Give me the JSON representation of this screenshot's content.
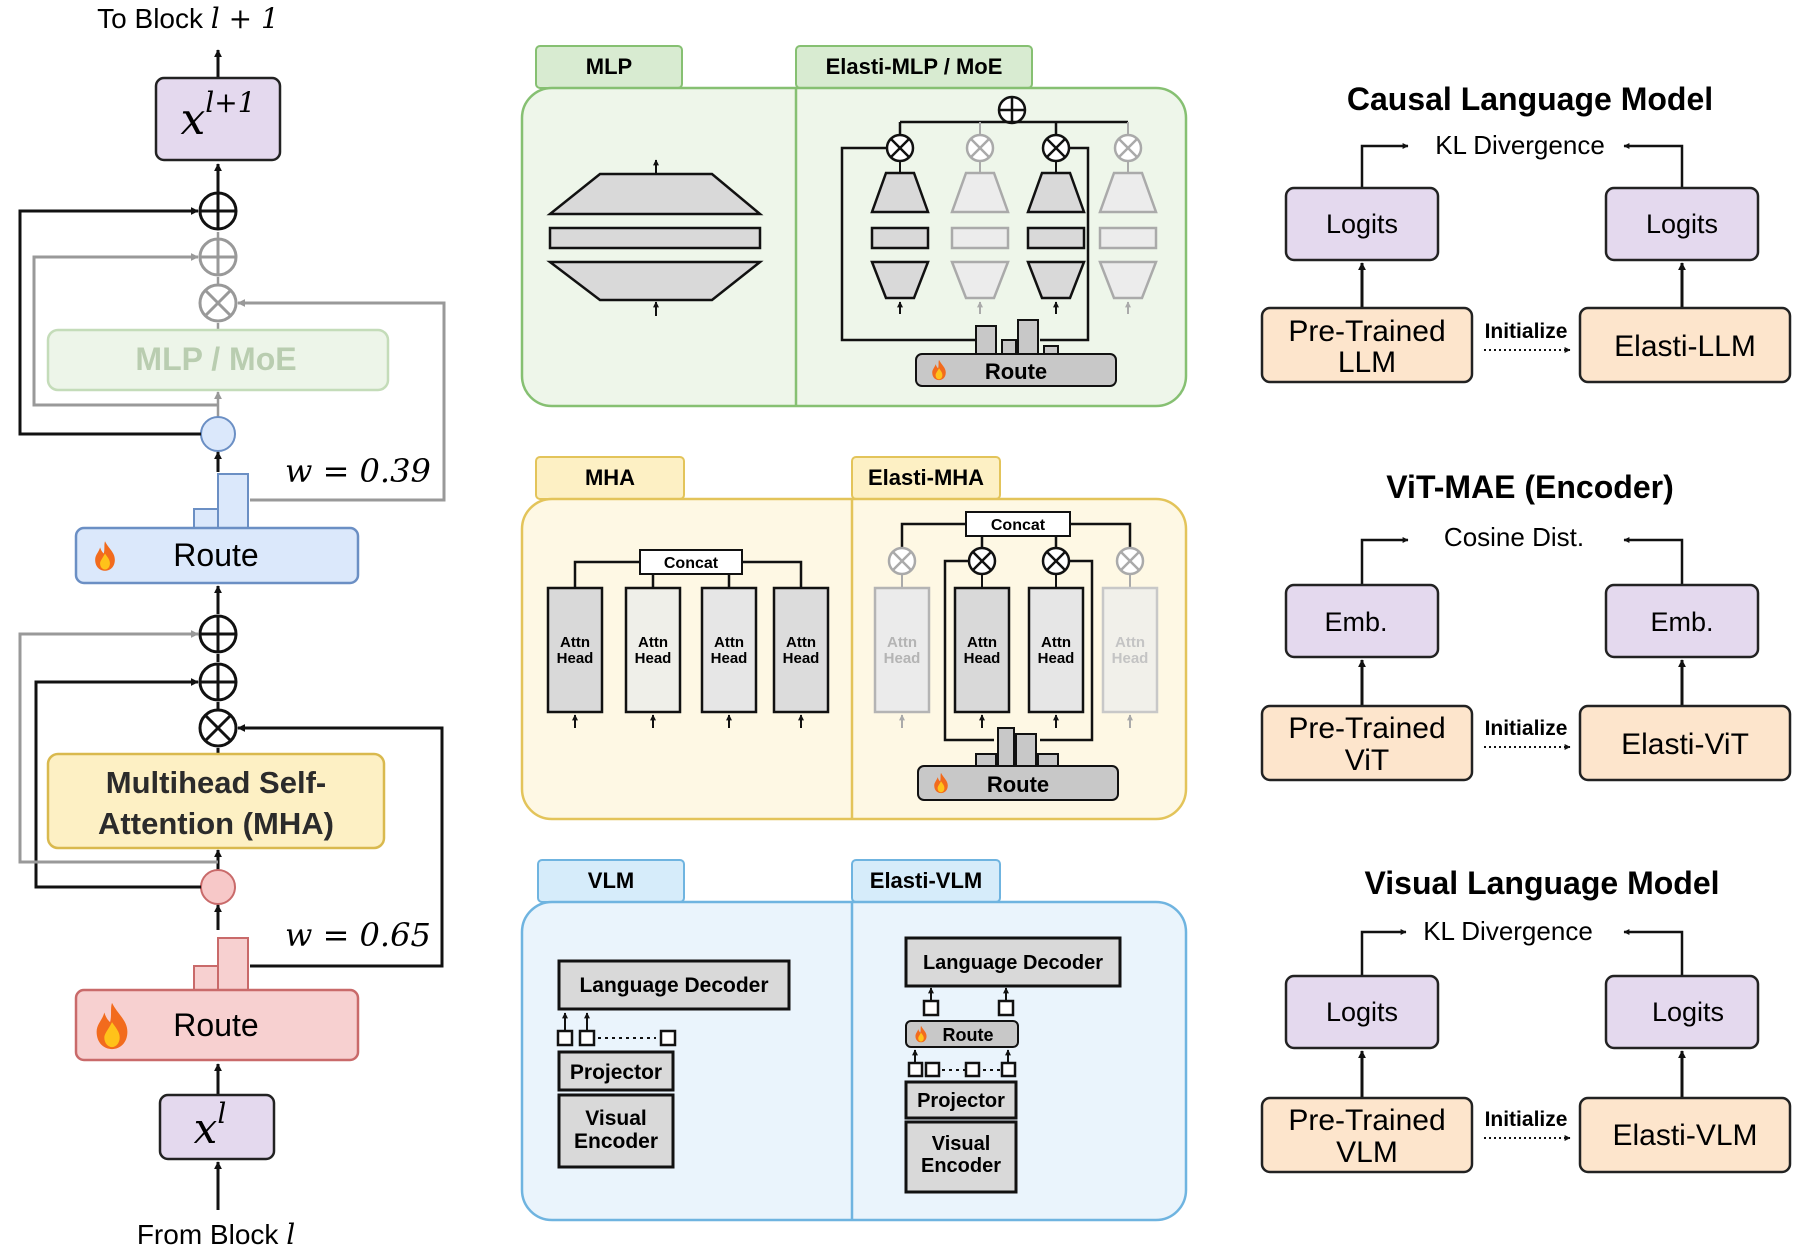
{
  "left_block": {
    "to_block_prefix": "To Block",
    "to_block_var": "l + 1",
    "from_block_prefix": "From Block",
    "from_block_var": "l",
    "x_next": "x",
    "x_next_sup": "l+1",
    "x_curr": "x",
    "x_curr_sup": "l",
    "mlp_label": "MLP / MoE",
    "route_label": "Route",
    "weight_mlp": "w = 0.39",
    "weight_mha": "w = 0.65",
    "mha_label_line1": "Multihead Self-",
    "mha_label_line2": "Attention (MHA)"
  },
  "middle": {
    "mlp_tab": "MLP",
    "elasti_mlp_tab": "Elasti-MLP / MoE",
    "route_label": "Route",
    "mha_tab": "MHA",
    "elasti_mha_tab": "Elasti-MHA",
    "concat_label": "Concat",
    "attn_head_line1": "Attn",
    "attn_head_line2": "Head",
    "vlm_tab": "VLM",
    "elasti_vlm_tab": "Elasti-VLM",
    "language_decoder": "Language Decoder",
    "projector": "Projector",
    "visual_encoder_line1": "Visual",
    "visual_encoder_line2": "Encoder"
  },
  "right": {
    "initialize_label": "Initialize",
    "panels": [
      {
        "title": "Causal Language Model",
        "metric": "KL Divergence",
        "teacher_out": "Logits",
        "student_out": "Logits",
        "teacher_line1": "Pre-Trained",
        "teacher_line2": "LLM",
        "student": "Elasti-LLM"
      },
      {
        "title": "ViT-MAE (Encoder)",
        "metric": "Cosine Dist.",
        "teacher_out": "Emb.",
        "student_out": "Emb.",
        "teacher_line1": "Pre-Trained",
        "teacher_line2": "ViT",
        "student": "Elasti-ViT"
      },
      {
        "title": "Visual Language Model",
        "metric": "KL Divergence",
        "teacher_out": "Logits",
        "student_out": "Logits",
        "teacher_line1": "Pre-Trained",
        "teacher_line2": "VLM",
        "student": "Elasti-VLM"
      }
    ]
  },
  "colors": {
    "purple_box": "#e4d9ee",
    "blue_route": "#dbe8fb",
    "red_route": "#f7d0d0",
    "mha_yellow": "#fdf0c4",
    "mlp_green": "#eef6ea",
    "orange_box": "#fde5cc",
    "vlm_blue": "#eaf4fc"
  }
}
